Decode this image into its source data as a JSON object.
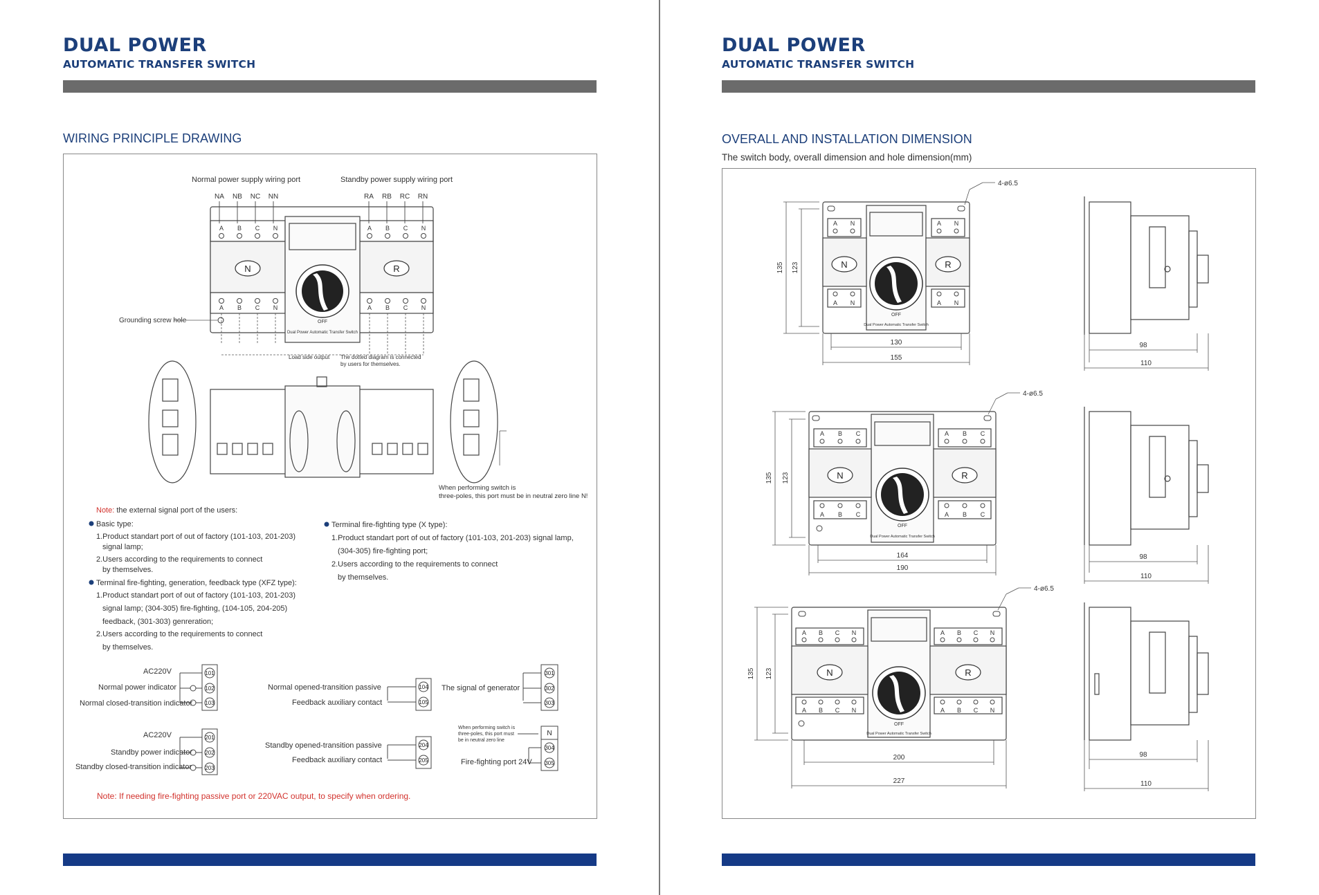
{
  "header": {
    "brand_title": "DUAL POWER",
    "brand_subtitle": "AUTOMATIC TRANSFER SWITCH"
  },
  "left": {
    "section_title": "WIRING PRINCIPLE DRAWING",
    "drawing": {
      "normal_port_label": "Normal power supply wiring port",
      "standby_port_label": "Standby power supply wiring port",
      "normal_terminals": [
        "NA",
        "NB",
        "NC",
        "NN"
      ],
      "standby_terminals": [
        "RA",
        "RB",
        "RC",
        "RN"
      ],
      "pole_letters": [
        "A",
        "B",
        "C",
        "N"
      ],
      "side_n": "N",
      "side_r": "R",
      "grounding_label": "Grounding screw hole",
      "load_side_label": "Load side output",
      "dotted_note_1": "The dotted diagram is connected",
      "dotted_note_2": "by users for themselves.",
      "switch_caption": "Dual Power Automatic Transfer Switch",
      "off_label": "OFF",
      "three_pole_note_1": "When performing switch is",
      "three_pole_note_2": "three-poles, this port must be in neutral zero line N!"
    },
    "notes": {
      "note_prefix": "Note:",
      "note_text": " the external signal port of the users:",
      "basic_title": "Basic type:",
      "basic_1a": "1.Product standart port of out of factory (101-103, 201-203)",
      "basic_1b": "signal lamp;",
      "basic_2a": "2.Users according to the requirements to connect",
      "basic_2b": "by themselves.",
      "xfz_title": "Terminal fire-fighting, generation, feedback type (XFZ type):",
      "xfz_1a": "1.Product standart port of out of factory (101-103, 201-203)",
      "xfz_1b": "signal lamp; (304-305) fire-fighting, (104-105, 204-205)",
      "xfz_1c": "feedback, (301-303) genreration;",
      "xfz_2a": "2.Users according to the requirements to connect",
      "xfz_2b": "by themselves.",
      "x_title": "Terminal fire-fighting type (X type):",
      "x_1a": "1.Product standart port of out of factory (101-103, 201-203) signal lamp,",
      "x_1b": "(304-305) fire-fighting port;",
      "x_2a": "2.Users according to the requirements to connect",
      "x_2b": "by themselves."
    },
    "signals": {
      "ac1": "AC220V",
      "ac2": "AC220V",
      "normal_power_indicator": "Normal power indicator",
      "normal_closed_indicator": "Normal closed-transition indicator",
      "standby_power_indicator": "Standby power indicator",
      "standby_closed_indicator": "Standby closed-transition indicator",
      "normal_opened_passive": "Normal opened-transition passive",
      "feedback_aux_1": "Feedback auxiliary contact",
      "standby_opened_passive": "Standby opened-transition passive",
      "feedback_aux_2": "Feedback auxiliary contact",
      "generator_signal": "The signal of generator",
      "fire_port": "Fire-fighting port 24V",
      "small_note_1": "When performing switch is",
      "small_note_2": "three-poles, this port must",
      "small_note_3": "be in neutral zero line",
      "t101": "101",
      "t102": "102",
      "t103": "103",
      "t201": "201",
      "t202": "202",
      "t203": "203",
      "t104": "104",
      "t105": "105",
      "t204": "204",
      "t205": "205",
      "t301": "301",
      "t302": "302",
      "t303": "303",
      "tN": "N",
      "t304": "304",
      "t305": "305"
    },
    "bottom_note": "Note: If needing fire-fighting passive port or 220VAC output, to specify when ordering."
  },
  "right": {
    "section_title": "OVERALL AND INSTALLATION DIMENSION",
    "description": "The switch body, overall dimension and hole dimension(mm)",
    "view1": {
      "hole": "4-ø6.5",
      "h_outer": "135",
      "h_inner": "123",
      "w_inner": "130",
      "w_outer": "155",
      "depth_inner": "98",
      "depth_outer": "110",
      "poles": [
        "A",
        "N"
      ]
    },
    "view2": {
      "hole": "4-ø6.5",
      "h_outer": "135",
      "h_inner": "123",
      "w_inner": "164",
      "w_outer": "190",
      "depth_inner": "98",
      "depth_outer": "110",
      "poles": [
        "A",
        "B",
        "C"
      ]
    },
    "view3": {
      "hole": "4-ø6.5",
      "h_outer": "135",
      "h_inner": "123",
      "w_inner": "200",
      "w_outer": "227",
      "depth_inner": "98",
      "depth_outer": "110",
      "poles": [
        "A",
        "B",
        "C",
        "N"
      ]
    },
    "n_label": "N",
    "r_label": "R",
    "off_label": "OFF",
    "caption": "Dual Power Automatic Transfer Switch"
  }
}
